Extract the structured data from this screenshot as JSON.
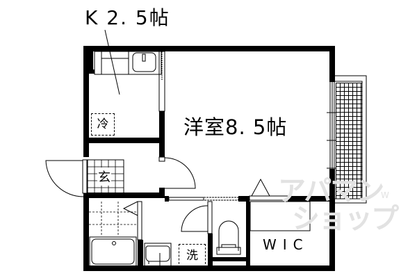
{
  "floorplan": {
    "rooms": [
      {
        "id": "kitchen",
        "label": "K 2. 5帖"
      },
      {
        "id": "western-room",
        "label": "洋室8. 5帖"
      },
      {
        "id": "wic",
        "label": "WIC"
      }
    ],
    "fixtures": {
      "fridge": "冷",
      "entrance": "玄",
      "washer": "洗"
    },
    "watermark": {
      "line1": "アパマン",
      "line2": "ショップ",
      "small": "W"
    },
    "colors": {
      "wall": "#000000",
      "background": "#ffffff",
      "watermark": "#e2e2e2"
    }
  }
}
